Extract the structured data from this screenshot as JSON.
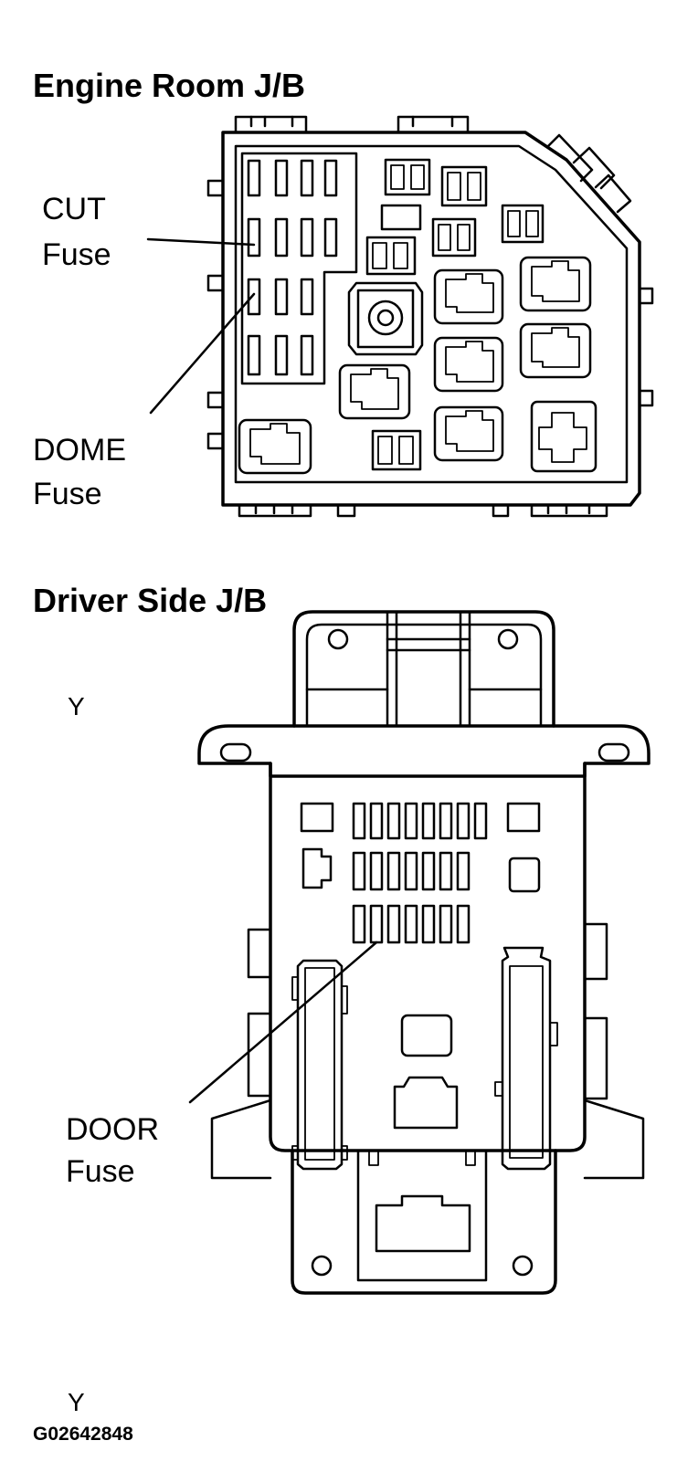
{
  "engine_room": {
    "title": "Engine Room J/B",
    "callouts": [
      {
        "line1": "CUT",
        "line2": "Fuse"
      },
      {
        "line1": "DOME",
        "line2": "Fuse"
      }
    ]
  },
  "driver_side": {
    "title": "Driver Side J/B",
    "callouts": [
      {
        "line1": "DOOR",
        "line2": "Fuse"
      }
    ],
    "markers": [
      "Y",
      "Y"
    ]
  },
  "figure_code": "G02642848"
}
